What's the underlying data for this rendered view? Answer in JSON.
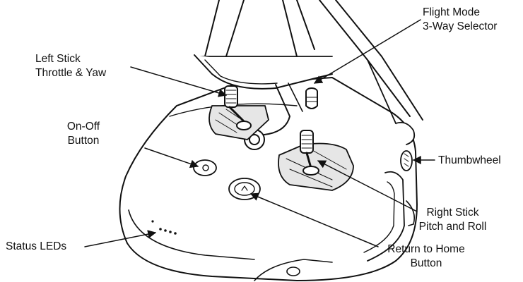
{
  "labels": {
    "flight_mode": {
      "line1": "Flight Mode",
      "line2": "3-Way Selector"
    },
    "left_stick": {
      "line1": "Left Stick",
      "line2": "Throttle & Yaw"
    },
    "on_off": {
      "line1": "On-Off",
      "line2": "Button"
    },
    "thumbwheel": {
      "line1": "Thumbwheel"
    },
    "right_stick": {
      "line1": "Right Stick",
      "line2": "Pitch and Roll"
    },
    "status_leds": {
      "line1": "Status LEDs"
    },
    "return_home": {
      "line1": "Return to Home",
      "line2": "Button"
    }
  },
  "colors": {
    "line": "#111111",
    "fill": "#ffffff",
    "shade": "#e6e6e6"
  }
}
